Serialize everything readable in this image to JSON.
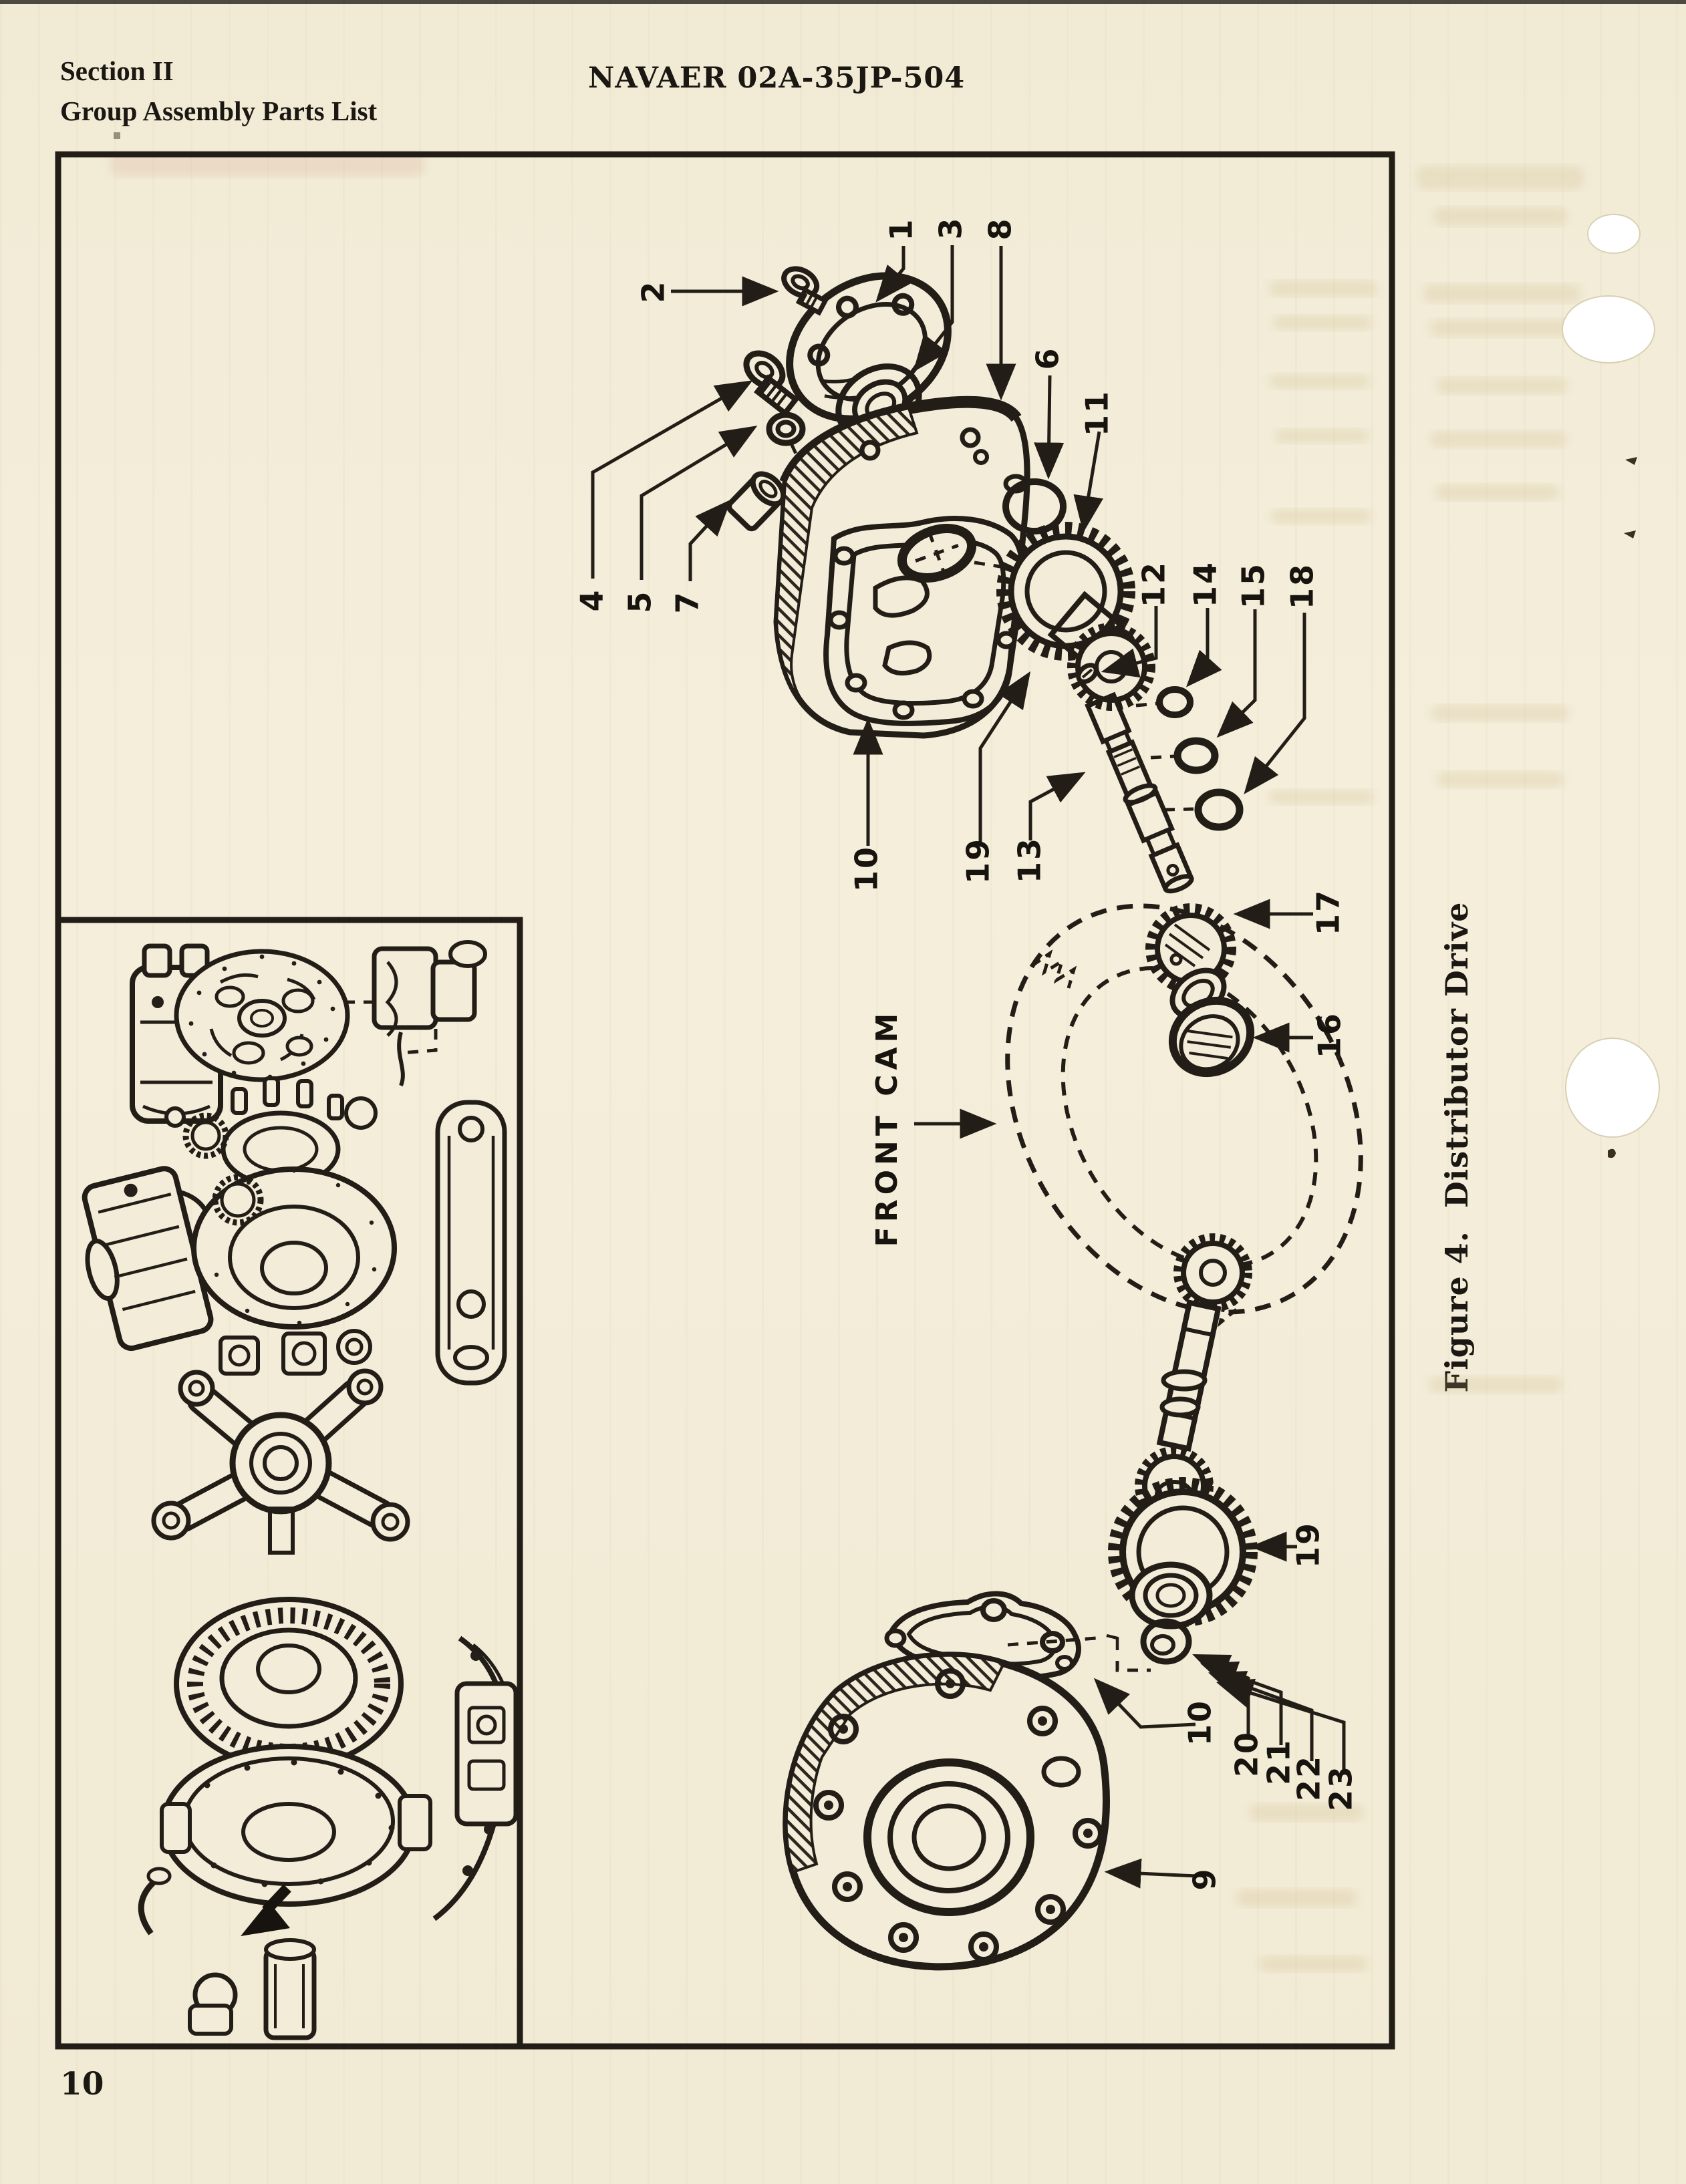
{
  "document": {
    "section": "Section II",
    "subtitle": "Group Assembly Parts List",
    "doc_number": "NAVAER 02A-35JP-504",
    "page_number": "10"
  },
  "figure": {
    "caption": "Figure 4.  Distributor Drive",
    "front_cam_label": "FRONT CAM",
    "callouts": {
      "n1": "1",
      "n2": "2",
      "n3": "3",
      "n4": "4",
      "n5": "5",
      "n6": "6",
      "n7": "7",
      "n8": "8",
      "n9": "9",
      "n10a": "10",
      "n10b": "10",
      "n11": "11",
      "n12": "12",
      "n13": "13",
      "n14": "14",
      "n15": "15",
      "n16": "16",
      "n17": "17",
      "n18": "18",
      "n19a": "19",
      "n19b": "19",
      "n20": "20",
      "n21": "21",
      "n22": "22",
      "n23": "23"
    }
  },
  "colors": {
    "paper": "#f2ecd8",
    "ink": "#221e17",
    "punch_hole": "#ffffff"
  }
}
